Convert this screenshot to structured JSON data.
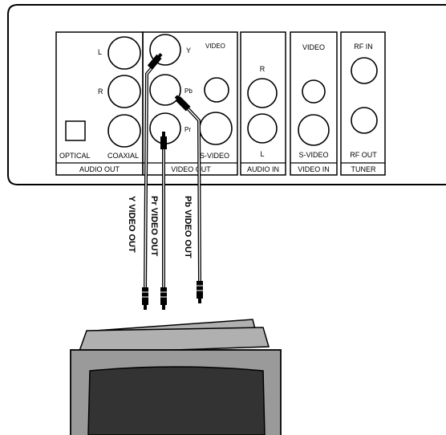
{
  "audio_out": {
    "jack_left": "L",
    "jack_right": "R",
    "optical": "OPTICAL",
    "coaxial": "COAXIAL",
    "group": "AUDIO OUT"
  },
  "video_out": {
    "y": "Y",
    "pb": "Pb",
    "pr": "Pr",
    "video": "VIDEO",
    "svideo": "S-VIDEO",
    "group": "VIDEO OUT"
  },
  "audio_in": {
    "r": "R",
    "l": "L",
    "group": "AUDIO IN"
  },
  "video_in": {
    "video": "VIDEO",
    "svideo": "S-VIDEO",
    "group": "VIDEO IN"
  },
  "tuner": {
    "rf_in": "RF IN",
    "rf_out": "RF OUT",
    "group": "TUNER"
  },
  "cables": {
    "y": "Y VIDEO OUT",
    "pr": "Pr VIDEO OUT",
    "pb": "Pb VIDEO OUT"
  },
  "colors": {
    "line": "#000000",
    "tv_body": "#9a9a9a",
    "tv_screen": "#333333",
    "tv_top": "#b0b0b0"
  }
}
